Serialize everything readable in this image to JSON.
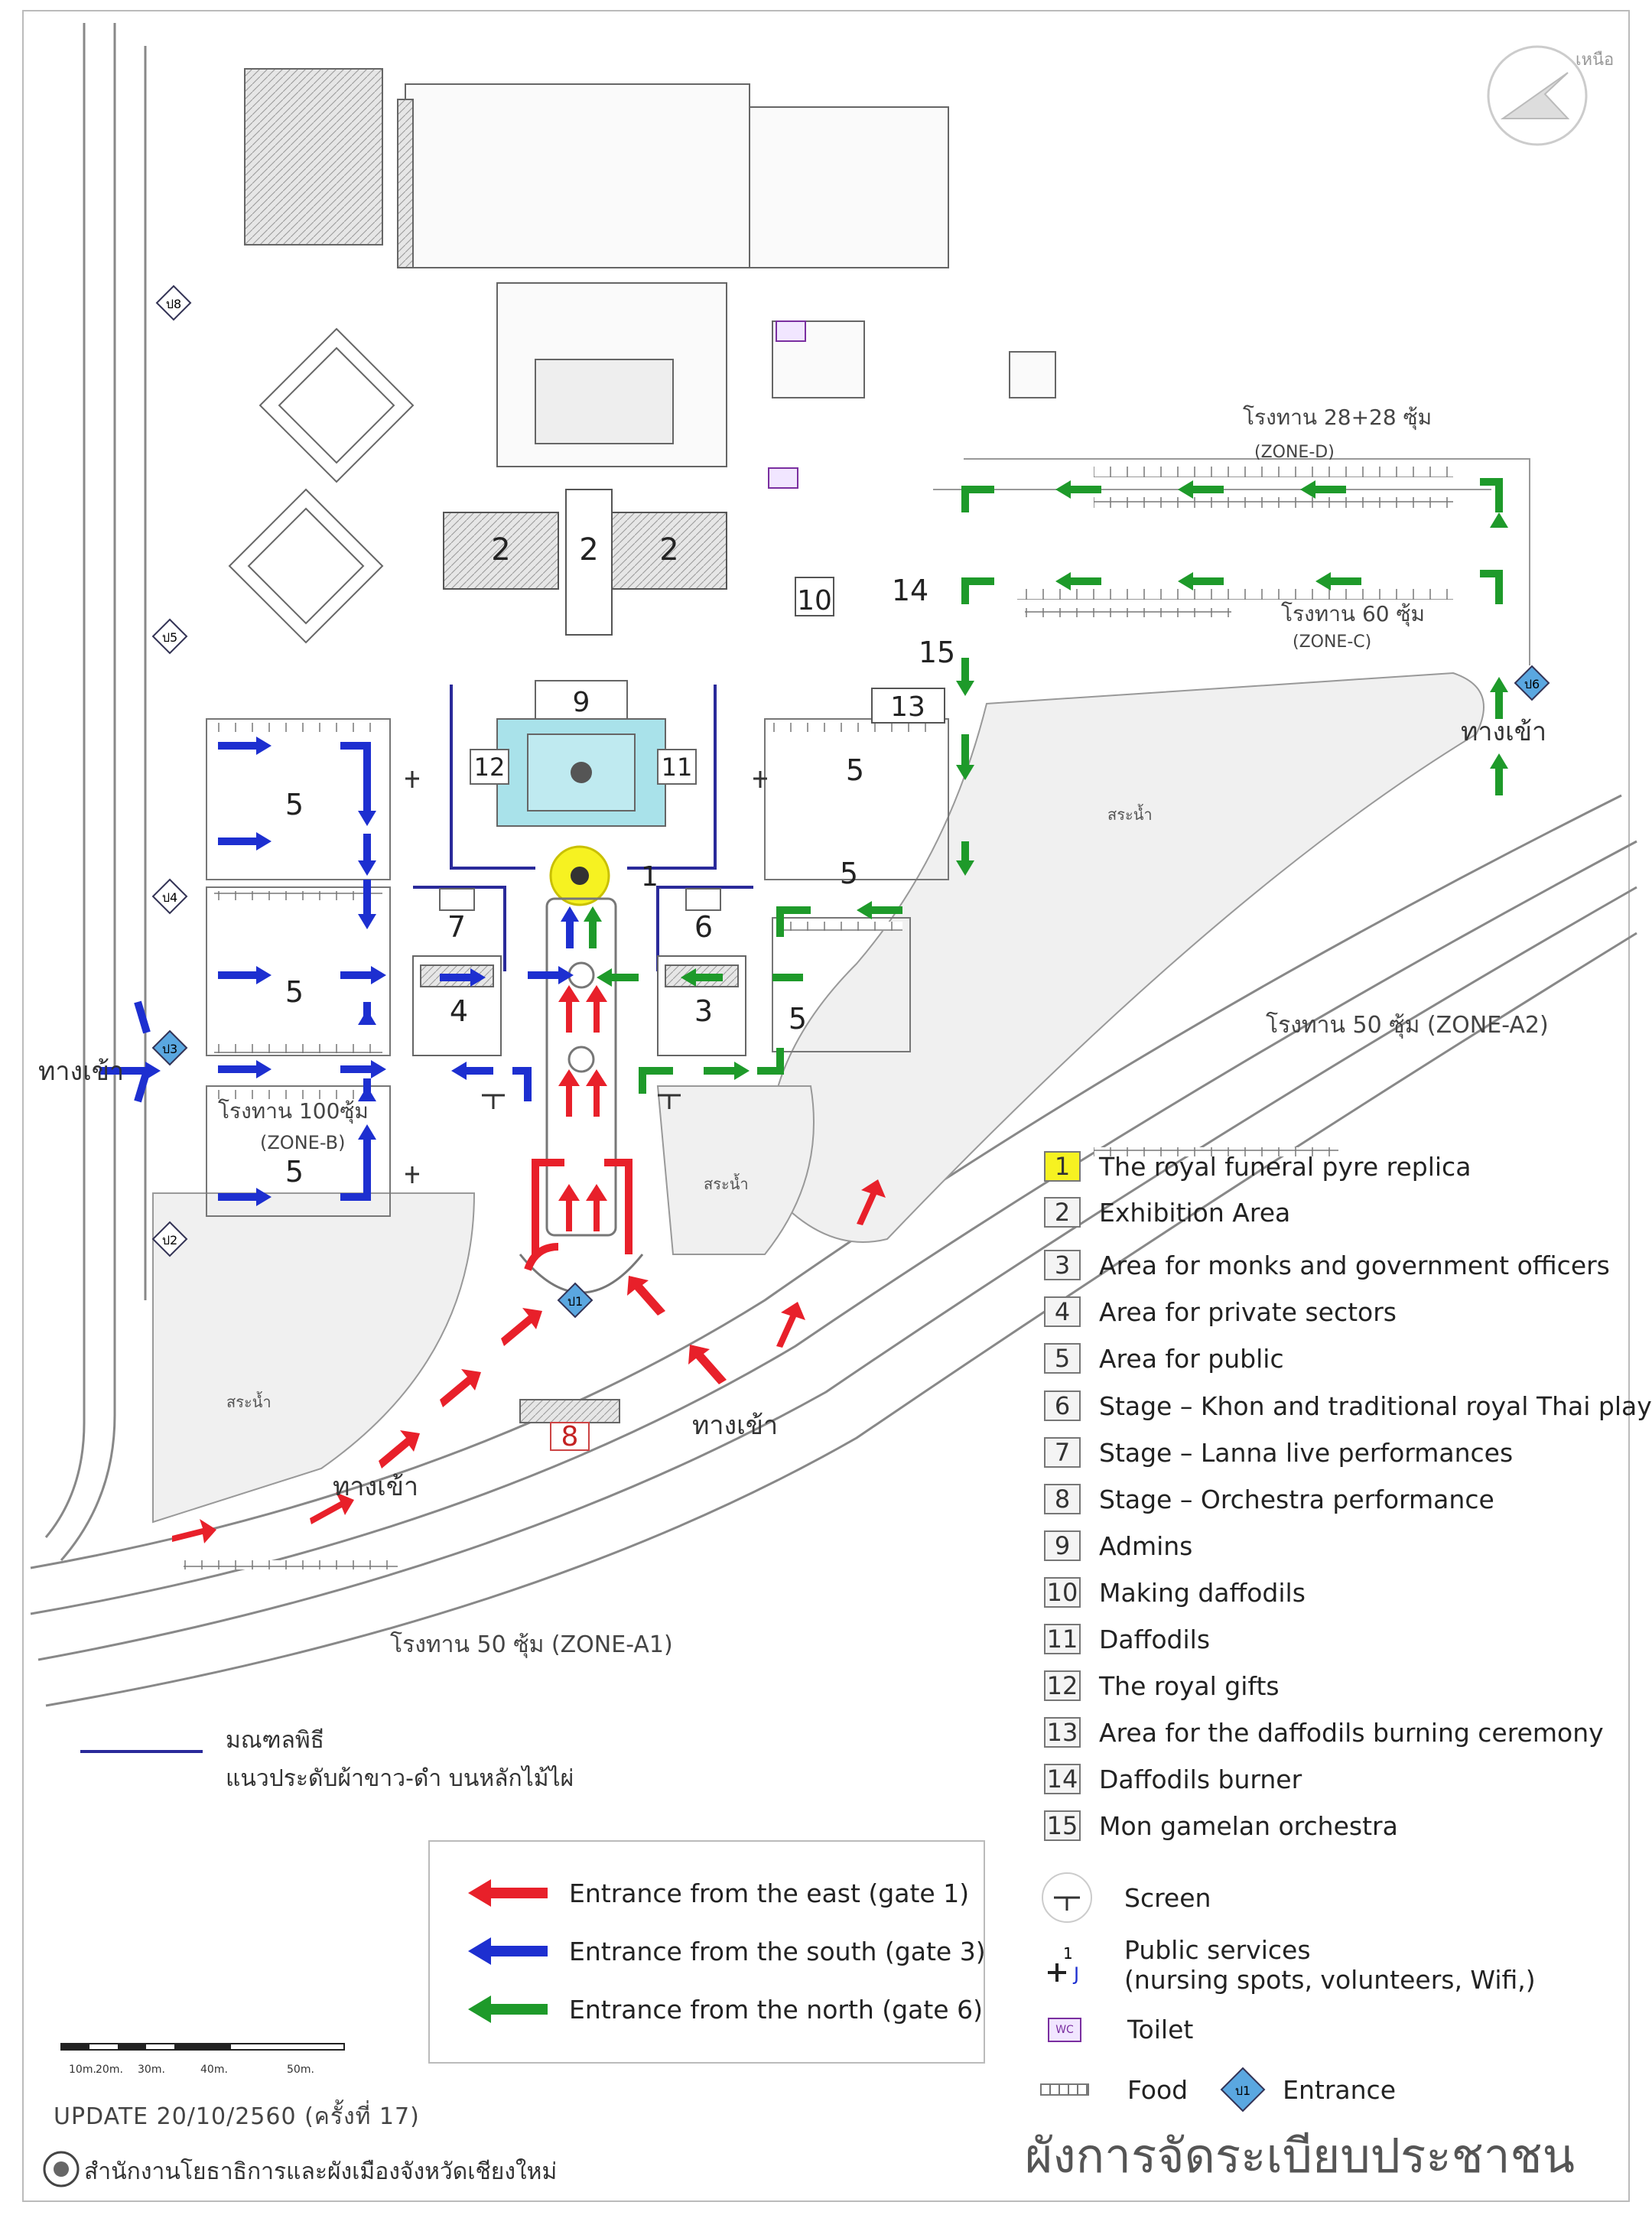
{
  "map": {
    "north_label": "เหนือ",
    "entrance_badges": [
      "ป1",
      "ป2",
      "ป3",
      "ป4",
      "ป5",
      "ป6",
      "ป8"
    ],
    "zones": {
      "zone_d_thai": "โรงทาน 28+28 ซุ้ม",
      "zone_d": "(ZONE-D)",
      "zone_c_thai": "โรงทาน 60 ซุ้ม",
      "zone_c": "(ZONE-C)",
      "zone_a2": "โรงทาน 50 ซุ้ม (ZONE-A2)",
      "zone_a1": "โรงทาน 50 ซุ้ม (ZONE-A1)",
      "zone_b_thai": "โรงทาน 100ซุ้ม",
      "zone_b": "(ZONE-B)"
    },
    "entrance_text": "ทางเข้า",
    "pond_text": "สระน้ำ",
    "area_numbers": [
      "1",
      "2",
      "3",
      "4",
      "5",
      "6",
      "7",
      "8",
      "9",
      "10",
      "11",
      "12",
      "13",
      "14",
      "15"
    ]
  },
  "boundary_legend": {
    "line1": "มณฑลพิธี",
    "line2": "แนวประดับผ้าขาว-ดำ บนหลักไม้ไผ่"
  },
  "legend": {
    "items": [
      {
        "num": "1",
        "label": "The royal funeral pyre replica",
        "highlight": true
      },
      {
        "num": "2",
        "label": "Exhibition Area"
      },
      {
        "num": "3",
        "label": "Area for monks and government officers"
      },
      {
        "num": "4",
        "label": "Area for private sectors"
      },
      {
        "num": "5",
        "label": "Area for public"
      },
      {
        "num": "6",
        "label": "Stage – Khon and traditional royal Thai plays"
      },
      {
        "num": "7",
        "label": "Stage – Lanna live performances"
      },
      {
        "num": "8",
        "label": "Stage – Orchestra performance"
      },
      {
        "num": "9",
        "label": "Admins"
      },
      {
        "num": "10",
        "label": "Making daffodils"
      },
      {
        "num": "11",
        "label": "Daffodils"
      },
      {
        "num": "12",
        "label": "The royal gifts"
      },
      {
        "num": "13",
        "label": "Area for the daffodils burning ceremony"
      },
      {
        "num": "14",
        "label": "Daffodils burner"
      },
      {
        "num": "15",
        "label": "Mon gamelan orchestra"
      }
    ]
  },
  "gates": [
    {
      "label": "Entrance from the east (gate 1)",
      "color": "#e8202a"
    },
    {
      "label": "Entrance from the south (gate 3)",
      "color": "#1d2fd0"
    },
    {
      "label": "Entrance from the north (gate 6)",
      "color": "#1e9a2a"
    }
  ],
  "symbols": {
    "screen": "Screen",
    "public_services_1": "Public services",
    "public_services_2": "(nursing spots, volunteers, Wifi,)",
    "toilet": "Toilet",
    "toilet_icon": "WC",
    "food": "Food",
    "entrance": "Entrance",
    "entrance_icon": "ป1"
  },
  "scale_bar": [
    "10m.",
    "20m.",
    "30m.",
    "40m.",
    "50m."
  ],
  "update": "UPDATE  20/10/2560  (ครั้งที่ 17)",
  "office": "สำนักงานโยธาธิการและผังเมืองจังหวัดเชียงใหม่",
  "footer_title": "ผังการจัดระเบียบประชาชน",
  "colors": {
    "east": "#e8202a",
    "south": "#1d2fd0",
    "north": "#1e9a2a",
    "entrance_badge": "#5aa7e0",
    "pyre": "#f6f221",
    "pool": "#a9e2ea",
    "boundary": "#2a2a9a"
  }
}
